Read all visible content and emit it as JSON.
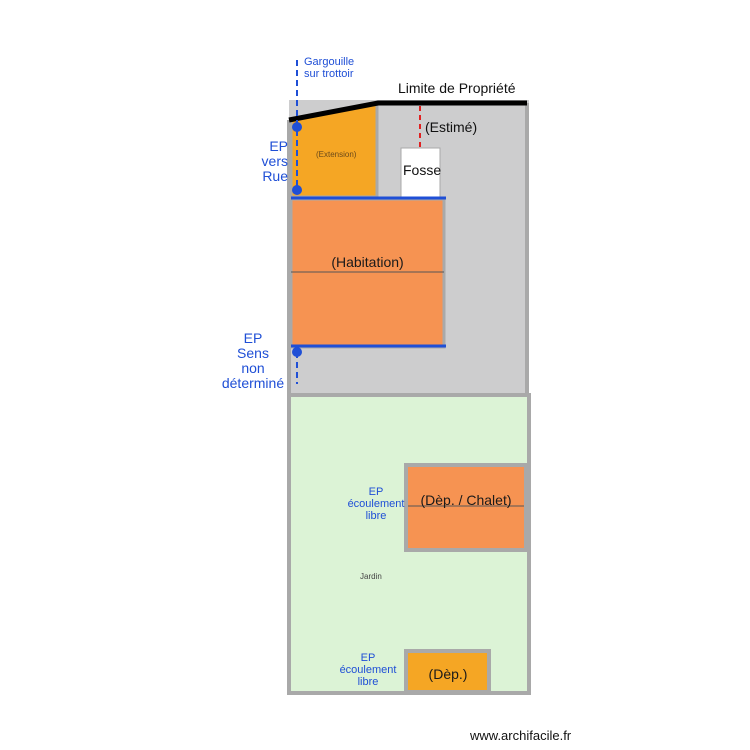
{
  "labels": {
    "gargouille": "Gargouille",
    "sur_trottoir": "sur trottoir",
    "limite": "Limite de Propriété",
    "estime": "(Estimé)",
    "fosse": "Fosse",
    "extension": "(Extension)",
    "habitation": "(Habitation)",
    "ep_rue_1": "EP",
    "ep_rue_2": "vers",
    "ep_rue_3": "Rue",
    "ep_sens_1": "EP",
    "ep_sens_2": "Sens",
    "ep_sens_3": "non",
    "ep_sens_4": "déterminé",
    "ep_libre1_1": "EP",
    "ep_libre1_2": "écoulement",
    "ep_libre1_3": "libre",
    "dep_chalet": "(Dèp. / Chalet)",
    "jardin": "Jardin",
    "ep_libre2_1": "EP",
    "ep_libre2_2": "écoulement",
    "ep_libre2_3": "libre",
    "dep": "(Dèp.)",
    "watermark": "www.archifacile.fr"
  },
  "colors": {
    "lot": "#cdcdce",
    "garden": "#dcf3d6",
    "extension": "#f5a624",
    "habitation": "#f69352",
    "dep_chalet": "#f69352",
    "dep": "#f5a624",
    "wall": "#a9a9a9",
    "drain": "#1f4fd6",
    "estimate": "#e02020"
  }
}
